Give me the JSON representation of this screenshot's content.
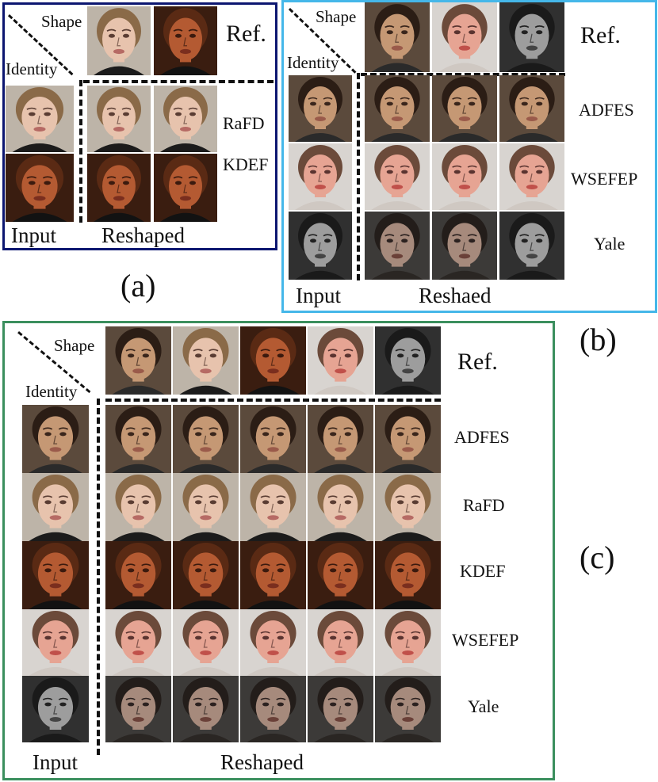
{
  "panel_a": {
    "tag": "(a)",
    "header_shape": "Shape",
    "header_identity": "Identity",
    "ref_label": "Ref.",
    "row_labels": [
      "RaFD",
      "KDEF"
    ],
    "input_label": "Input",
    "reshaped_label": "Reshaped"
  },
  "panel_b": {
    "tag": "(b)",
    "header_shape": "Shape",
    "header_identity": "Identity",
    "ref_label": "Ref.",
    "row_labels": [
      "ADFES",
      "WSEFEP",
      "Yale"
    ],
    "input_label": "Input",
    "reshaped_label": "Reshaed"
  },
  "panel_c": {
    "tag": "(c)",
    "header_shape": "Shape",
    "header_identity": "Identity",
    "ref_label": "Ref.",
    "row_labels": [
      "ADFES",
      "RaFD",
      "KDEF",
      "WSEFEP",
      "Yale"
    ],
    "input_label": "Input",
    "reshaped_label": "Reshaped"
  },
  "colors": {
    "panel_a_border": "#0c1670",
    "panel_b_border": "#45b7e9",
    "panel_c_border": "#3b8f5e"
  },
  "faces": {
    "a_ref": [
      "light",
      "warm"
    ],
    "a_input": [
      "light",
      "warm"
    ],
    "a_grid": [
      [
        "light",
        "light"
      ],
      [
        "warm",
        "warm"
      ]
    ],
    "b_ref": [
      "olive",
      "pink",
      "gray"
    ],
    "b_input": [
      "olive",
      "pink",
      "gray"
    ],
    "b_grid": [
      [
        "olive",
        "olive",
        "olive"
      ],
      [
        "pink",
        "pink",
        "pink"
      ],
      [
        "grayblend",
        "grayblend",
        "gray"
      ]
    ],
    "c_ref": [
      "olive",
      "light",
      "warm",
      "pink",
      "gray"
    ],
    "c_input": [
      "olive",
      "light",
      "warm",
      "pink",
      "gray"
    ],
    "c_grid": [
      [
        "olive",
        "olive",
        "olive",
        "olive",
        "olive"
      ],
      [
        "light",
        "light",
        "light",
        "light",
        "light"
      ],
      [
        "warm",
        "warm",
        "warm",
        "warm",
        "warm"
      ],
      [
        "pink",
        "pink",
        "pink",
        "pink",
        "pink"
      ],
      [
        "grayblend",
        "grayblend",
        "grayblend",
        "grayblend",
        "grayblend"
      ]
    ]
  }
}
